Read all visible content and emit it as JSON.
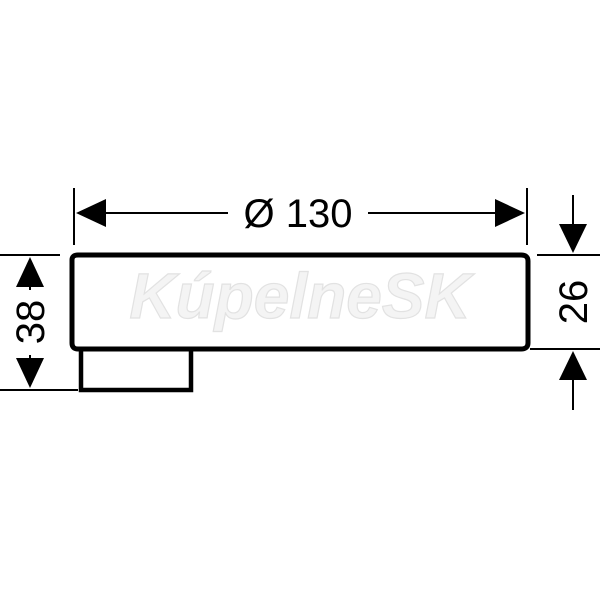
{
  "diagram": {
    "dimensions": {
      "diameter_label": "Ø 130",
      "height_total_label": "38",
      "height_top_label": "26"
    },
    "watermark": "KúpelneSK",
    "colors": {
      "line": "#000000",
      "watermark_fill": "#f4f4f4",
      "watermark_stroke": "#e2e2e2"
    }
  }
}
